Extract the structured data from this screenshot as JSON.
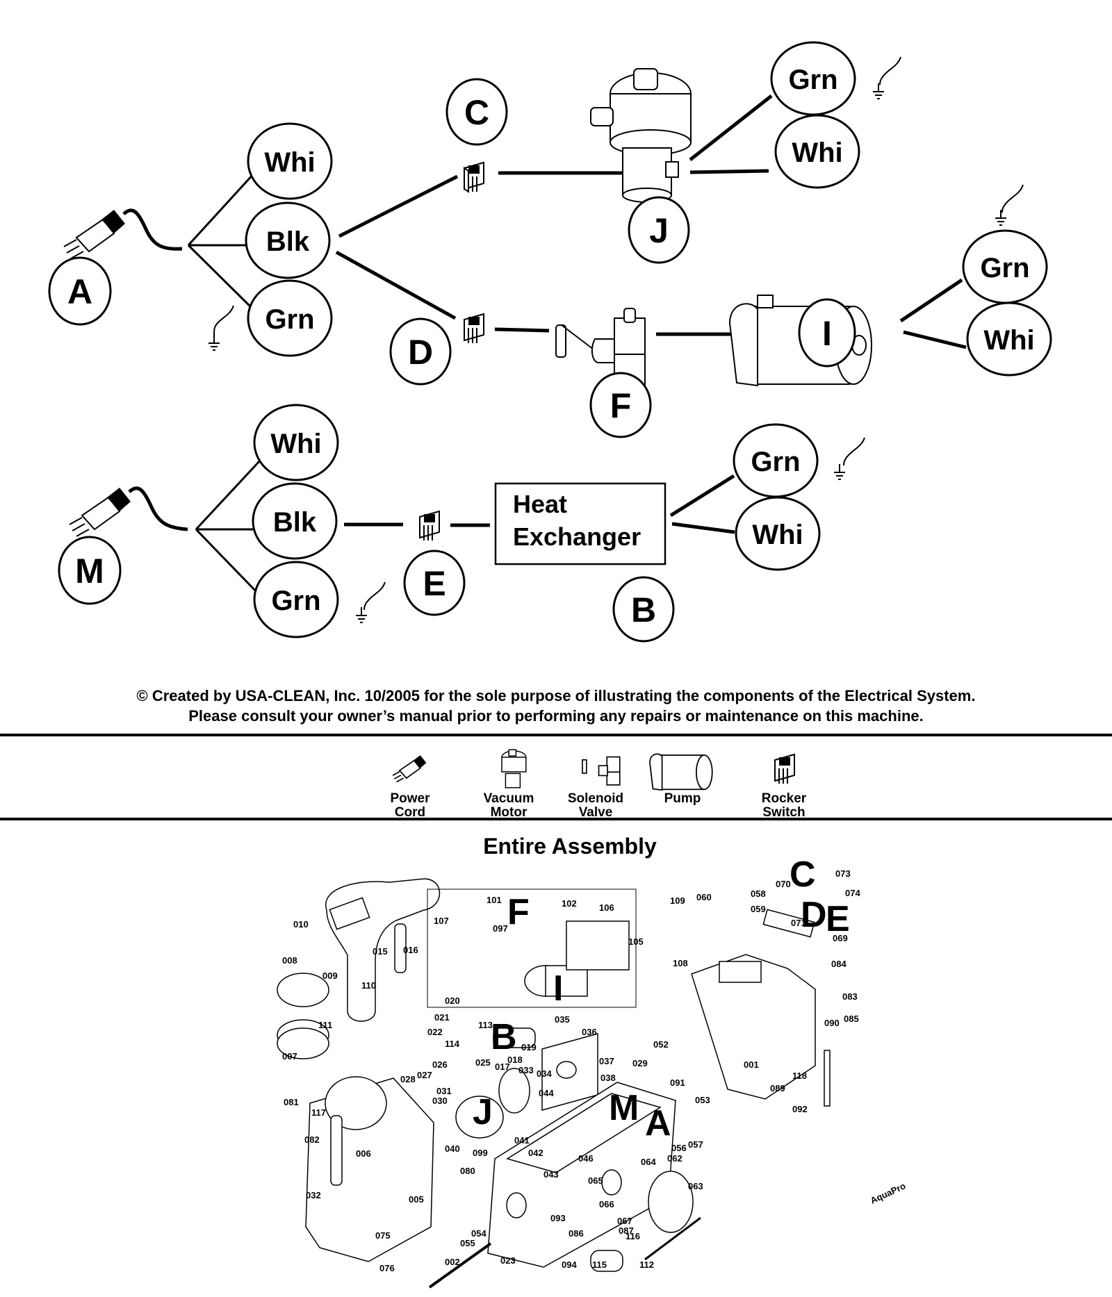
{
  "wiring": {
    "circuit_1": {
      "power_letter": "A",
      "wires": [
        "Whi",
        "Blk",
        "Grn"
      ],
      "branch_vacuum": {
        "switch_letter": "C",
        "motor_letter": "J",
        "outputs": [
          "Grn",
          "Whi"
        ]
      },
      "branch_pump": {
        "switch_letter": "D",
        "valve_letter": "F",
        "pump_letter": "I",
        "outputs": [
          "Grn",
          "Whi"
        ]
      }
    },
    "circuit_2": {
      "power_letter": "M",
      "wires": [
        "Whi",
        "Blk",
        "Grn"
      ],
      "switch_letter": "E",
      "heater_label_line1": "Heat",
      "heater_label_line2": "Exchanger",
      "heater_letter": "B",
      "outputs": [
        "Grn",
        "Whi"
      ]
    }
  },
  "notice": {
    "line1": "© Created by USA-CLEAN, Inc. 10/2005 for the sole purpose of illustrating the components of the Electrical System.",
    "line2": "Please consult your owner’s manual prior to performing any repairs or maintenance on this machine."
  },
  "legend": [
    {
      "icon": "power-cord-icon",
      "line1": "Power",
      "line2": "Cord"
    },
    {
      "icon": "vacuum-motor-icon",
      "line1": "Vacuum",
      "line2": "Motor"
    },
    {
      "icon": "solenoid-valve-icon",
      "line1": "Solenoid",
      "line2": "Valve"
    },
    {
      "icon": "pump-icon",
      "line1": "Pump",
      "line2": ""
    },
    {
      "icon": "rocker-switch-icon",
      "line1": "Rocker",
      "line2": "Switch"
    }
  ],
  "assembly": {
    "title": "Entire Assembly",
    "overlay_letters": [
      "F",
      "I",
      "B",
      "J",
      "M",
      "A",
      "C",
      "D",
      "E"
    ],
    "part_numbers": [
      "001",
      "002",
      "005",
      "006",
      "007",
      "008",
      "009",
      "010",
      "015",
      "016",
      "017",
      "018",
      "019",
      "020",
      "021",
      "022",
      "023",
      "025",
      "026",
      "027",
      "028",
      "029",
      "030",
      "031",
      "032",
      "033",
      "034",
      "035",
      "036",
      "037",
      "038",
      "040",
      "041",
      "042",
      "043",
      "044",
      "046",
      "052",
      "053",
      "054",
      "055",
      "056",
      "057",
      "058",
      "059",
      "060",
      "062",
      "063",
      "064",
      "065",
      "066",
      "067",
      "069",
      "070",
      "071",
      "073",
      "074",
      "075",
      "076",
      "080",
      "081",
      "082",
      "083",
      "084",
      "085",
      "086",
      "087",
      "089",
      "090",
      "091",
      "092",
      "093",
      "094",
      "097",
      "099",
      "101",
      "102",
      "105",
      "106",
      "107",
      "108",
      "109",
      "110",
      "111",
      "112",
      "113",
      "114",
      "115",
      "116",
      "117",
      "118"
    ],
    "brand_plate": "AquaPro"
  }
}
